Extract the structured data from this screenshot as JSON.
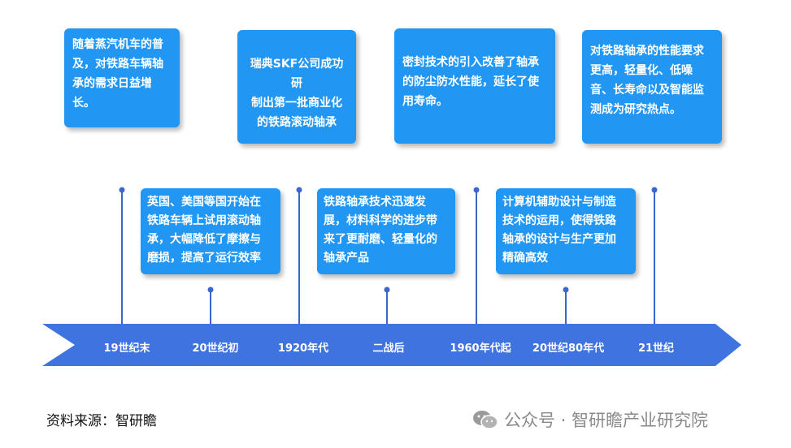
{
  "colors": {
    "box_fill": "#2196f3",
    "arrow_fill": "#3f74e0",
    "connector": "#3a67c9",
    "text_on_blue": "#ffffff",
    "watermark_gray": "#8a8a8a"
  },
  "eras": [
    "19世纪末",
    "20世纪初",
    "1920年代",
    "二战后",
    "1960年代起",
    "20世纪80年代",
    "21世纪"
  ],
  "events": [
    {
      "era": "19世纪末",
      "lines": [
        "随着蒸汽机车的普",
        "及，对铁路车辆轴",
        "承的需求日益增",
        "长。"
      ]
    },
    {
      "era": "20世纪初",
      "lines": [
        "英国、美国等国开始在",
        "铁路车辆上试用滚动轴",
        "承，大幅降低了摩擦与",
        "磨损，提高了运行效率"
      ]
    },
    {
      "era": "1920年代",
      "lines": [
        "瑞典SKF公司成功研",
        "制出第一批商业化",
        "的铁路滚动轴承"
      ]
    },
    {
      "era": "二战后",
      "lines": [
        "铁路轴承技术迅速发",
        "展，材料科学的进步带",
        "来了更耐磨、轻量化的",
        "轴承产品"
      ]
    },
    {
      "era": "1960年代起",
      "lines": [
        "密封技术的引入改善了轴承",
        "的防尘防水性能，延长了使",
        "用寿命。"
      ]
    },
    {
      "era": "20世纪80年代",
      "lines": [
        "计算机辅助设计与制造",
        "技术的运用，使得铁路",
        "轴承的设计与生产更加",
        "精确高效"
      ]
    },
    {
      "era": "21世纪",
      "lines": [
        "对铁路轴承的性能要求",
        "更高，轻量化、低噪",
        "音、长寿命以及智能监",
        "测成为研究热点。"
      ]
    }
  ],
  "source": "资料来源：智研瞻",
  "watermark": {
    "icon": "wechat-icon",
    "text": "公众号 · 智研瞻产业研究院"
  }
}
